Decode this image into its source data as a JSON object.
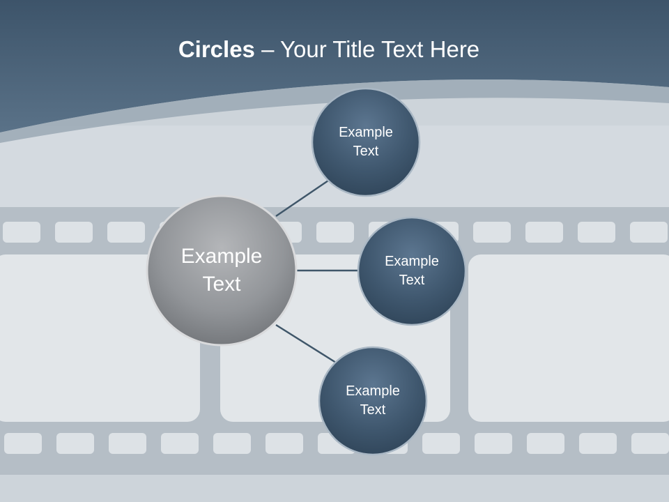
{
  "title": {
    "bold": "Circles",
    "rest": " – Your Title Text Here"
  },
  "center_node": {
    "line1": "Example",
    "line2": "Text"
  },
  "nodes": [
    {
      "line1": "Example",
      "line2": "Text"
    },
    {
      "line1": "Example",
      "line2": "Text"
    },
    {
      "line1": "Example",
      "line2": "Text"
    }
  ],
  "colors": {
    "header": "#4a6279",
    "center_circle": "#8f9296",
    "node_circle": "#3e566d",
    "connector": "#3f5669"
  }
}
